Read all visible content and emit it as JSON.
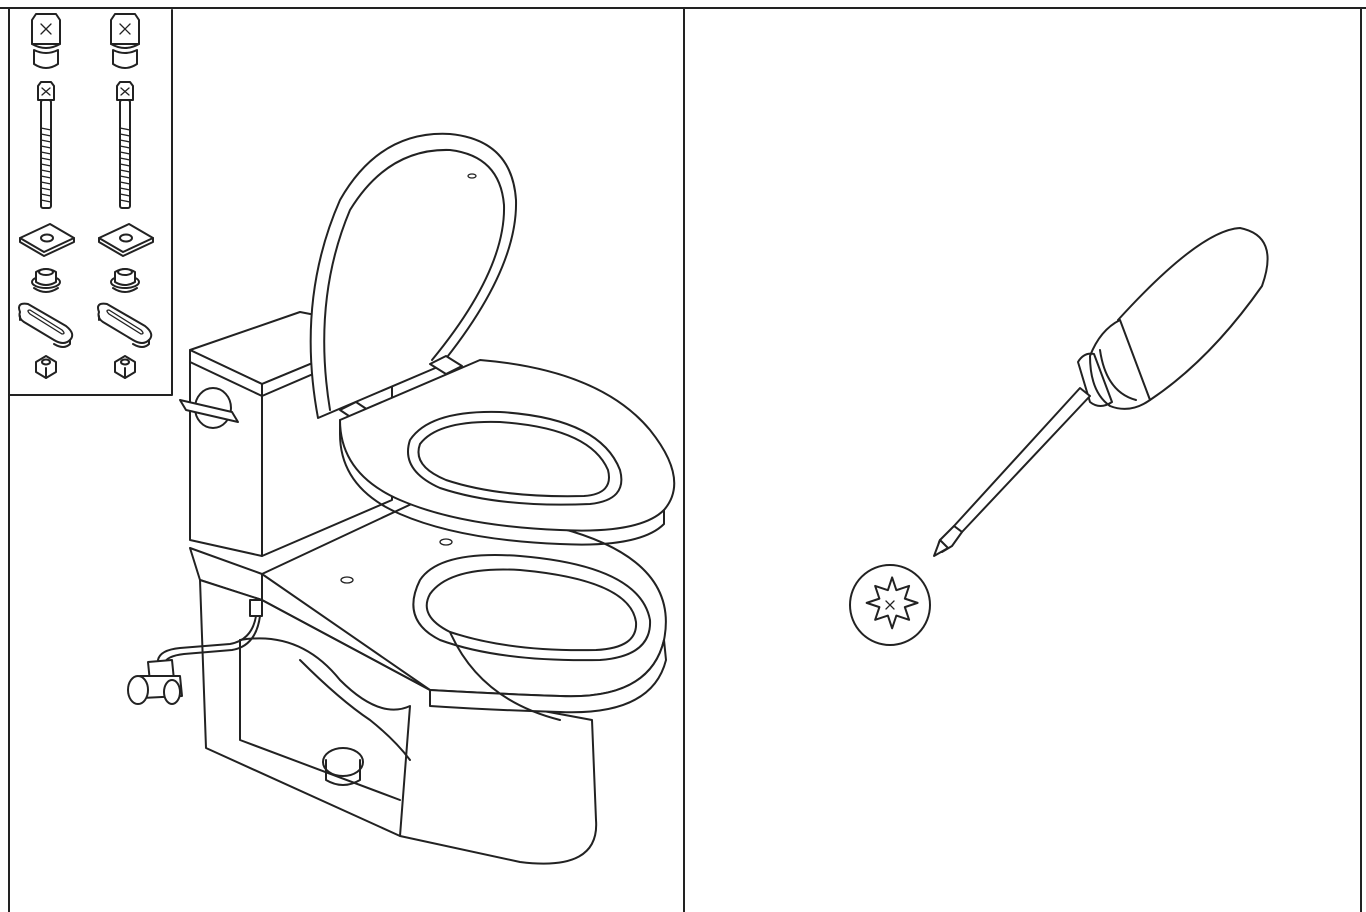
{
  "diagram": {
    "panels": [
      {
        "id": "left",
        "content": "toilet-with-hardware-kit"
      },
      {
        "id": "right",
        "content": "phillips-screwdriver"
      }
    ],
    "hardware_kit": {
      "columns": 2,
      "items": [
        "cap-nut",
        "bolt",
        "square-washer",
        "grommet",
        "oval-clip",
        "nut"
      ]
    },
    "icons": [
      "toilet-icon",
      "screwdriver-icon",
      "phillips-head-icon"
    ],
    "colors": {
      "line": "#222222",
      "background": "#ffffff"
    }
  }
}
